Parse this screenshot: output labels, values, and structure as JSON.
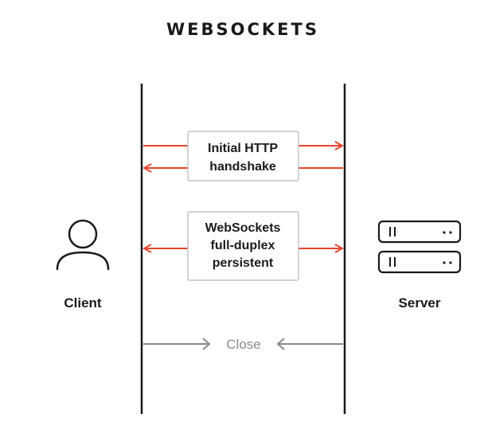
{
  "title": "WEBSOCKETS",
  "client": {
    "label": "Client",
    "icon": "user-icon"
  },
  "server": {
    "label": "Server",
    "icon": "server-rack-icon"
  },
  "handshake": {
    "lines": [
      "Initial HTTP",
      "handshake"
    ]
  },
  "persistent": {
    "lines": [
      "WebSockets",
      "full-duplex",
      "persistent"
    ]
  },
  "close": {
    "label": "Close"
  },
  "colors": {
    "accent": "#e8452c",
    "muted": "#8a8a8a",
    "ink": "#1a1a1a",
    "box_border": "#b8b8b8"
  }
}
